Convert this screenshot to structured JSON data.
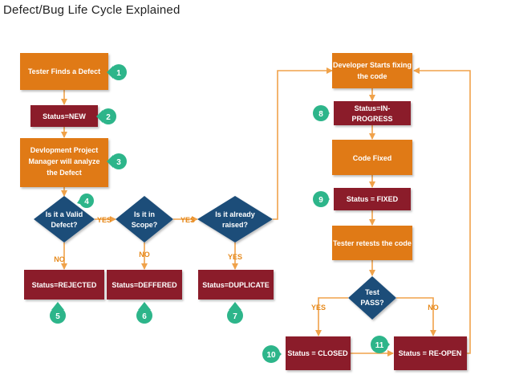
{
  "page": {
    "title": "Defect/Bug Life Cycle Explained"
  },
  "colors": {
    "orange": "#e07a12",
    "red": "#8b1a2b",
    "blue": "#1f4e79",
    "green": "#2db58a",
    "arrow": "#f0a24a"
  },
  "nodes": {
    "tester_finds": [
      "Tester Finds a Defect"
    ],
    "status_new": [
      "Status=NEW"
    ],
    "dev_manager": [
      "Devlopment Project",
      "Manager will analyze",
      "the Defect"
    ],
    "valid": [
      "Is it a Valid",
      "Defect?"
    ],
    "scope": [
      "Is it in",
      "Scope?"
    ],
    "raised": [
      "Is it already",
      "raised?"
    ],
    "rejected": [
      "Status=REJECTED"
    ],
    "deferred": [
      "Status=DEFFERED"
    ],
    "duplicate": [
      "Status=DUPLICATE"
    ],
    "dev_fixing": [
      "Developer Starts fixing",
      "the code"
    ],
    "in_progress": [
      "Status=IN-",
      "PROGRESS"
    ],
    "code_fixed": [
      "Code Fixed"
    ],
    "status_fixed": [
      "Status = FIXED"
    ],
    "retest": [
      "Tester retests the code"
    ],
    "test_pass": [
      "Test",
      "PASS?"
    ],
    "closed": [
      "Status = CLOSED"
    ],
    "reopen": [
      "Status = RE-OPEN"
    ]
  },
  "labels": {
    "valid_yes": "YES",
    "valid_no": "NO",
    "scope_yes": "YES",
    "scope_no": "NO",
    "raised_yes": "YES",
    "pass_yes": "YES",
    "pass_no": "NO"
  },
  "badges": [
    "1",
    "2",
    "3",
    "4",
    "5",
    "6",
    "7",
    "8",
    "9",
    "10",
    "11"
  ]
}
